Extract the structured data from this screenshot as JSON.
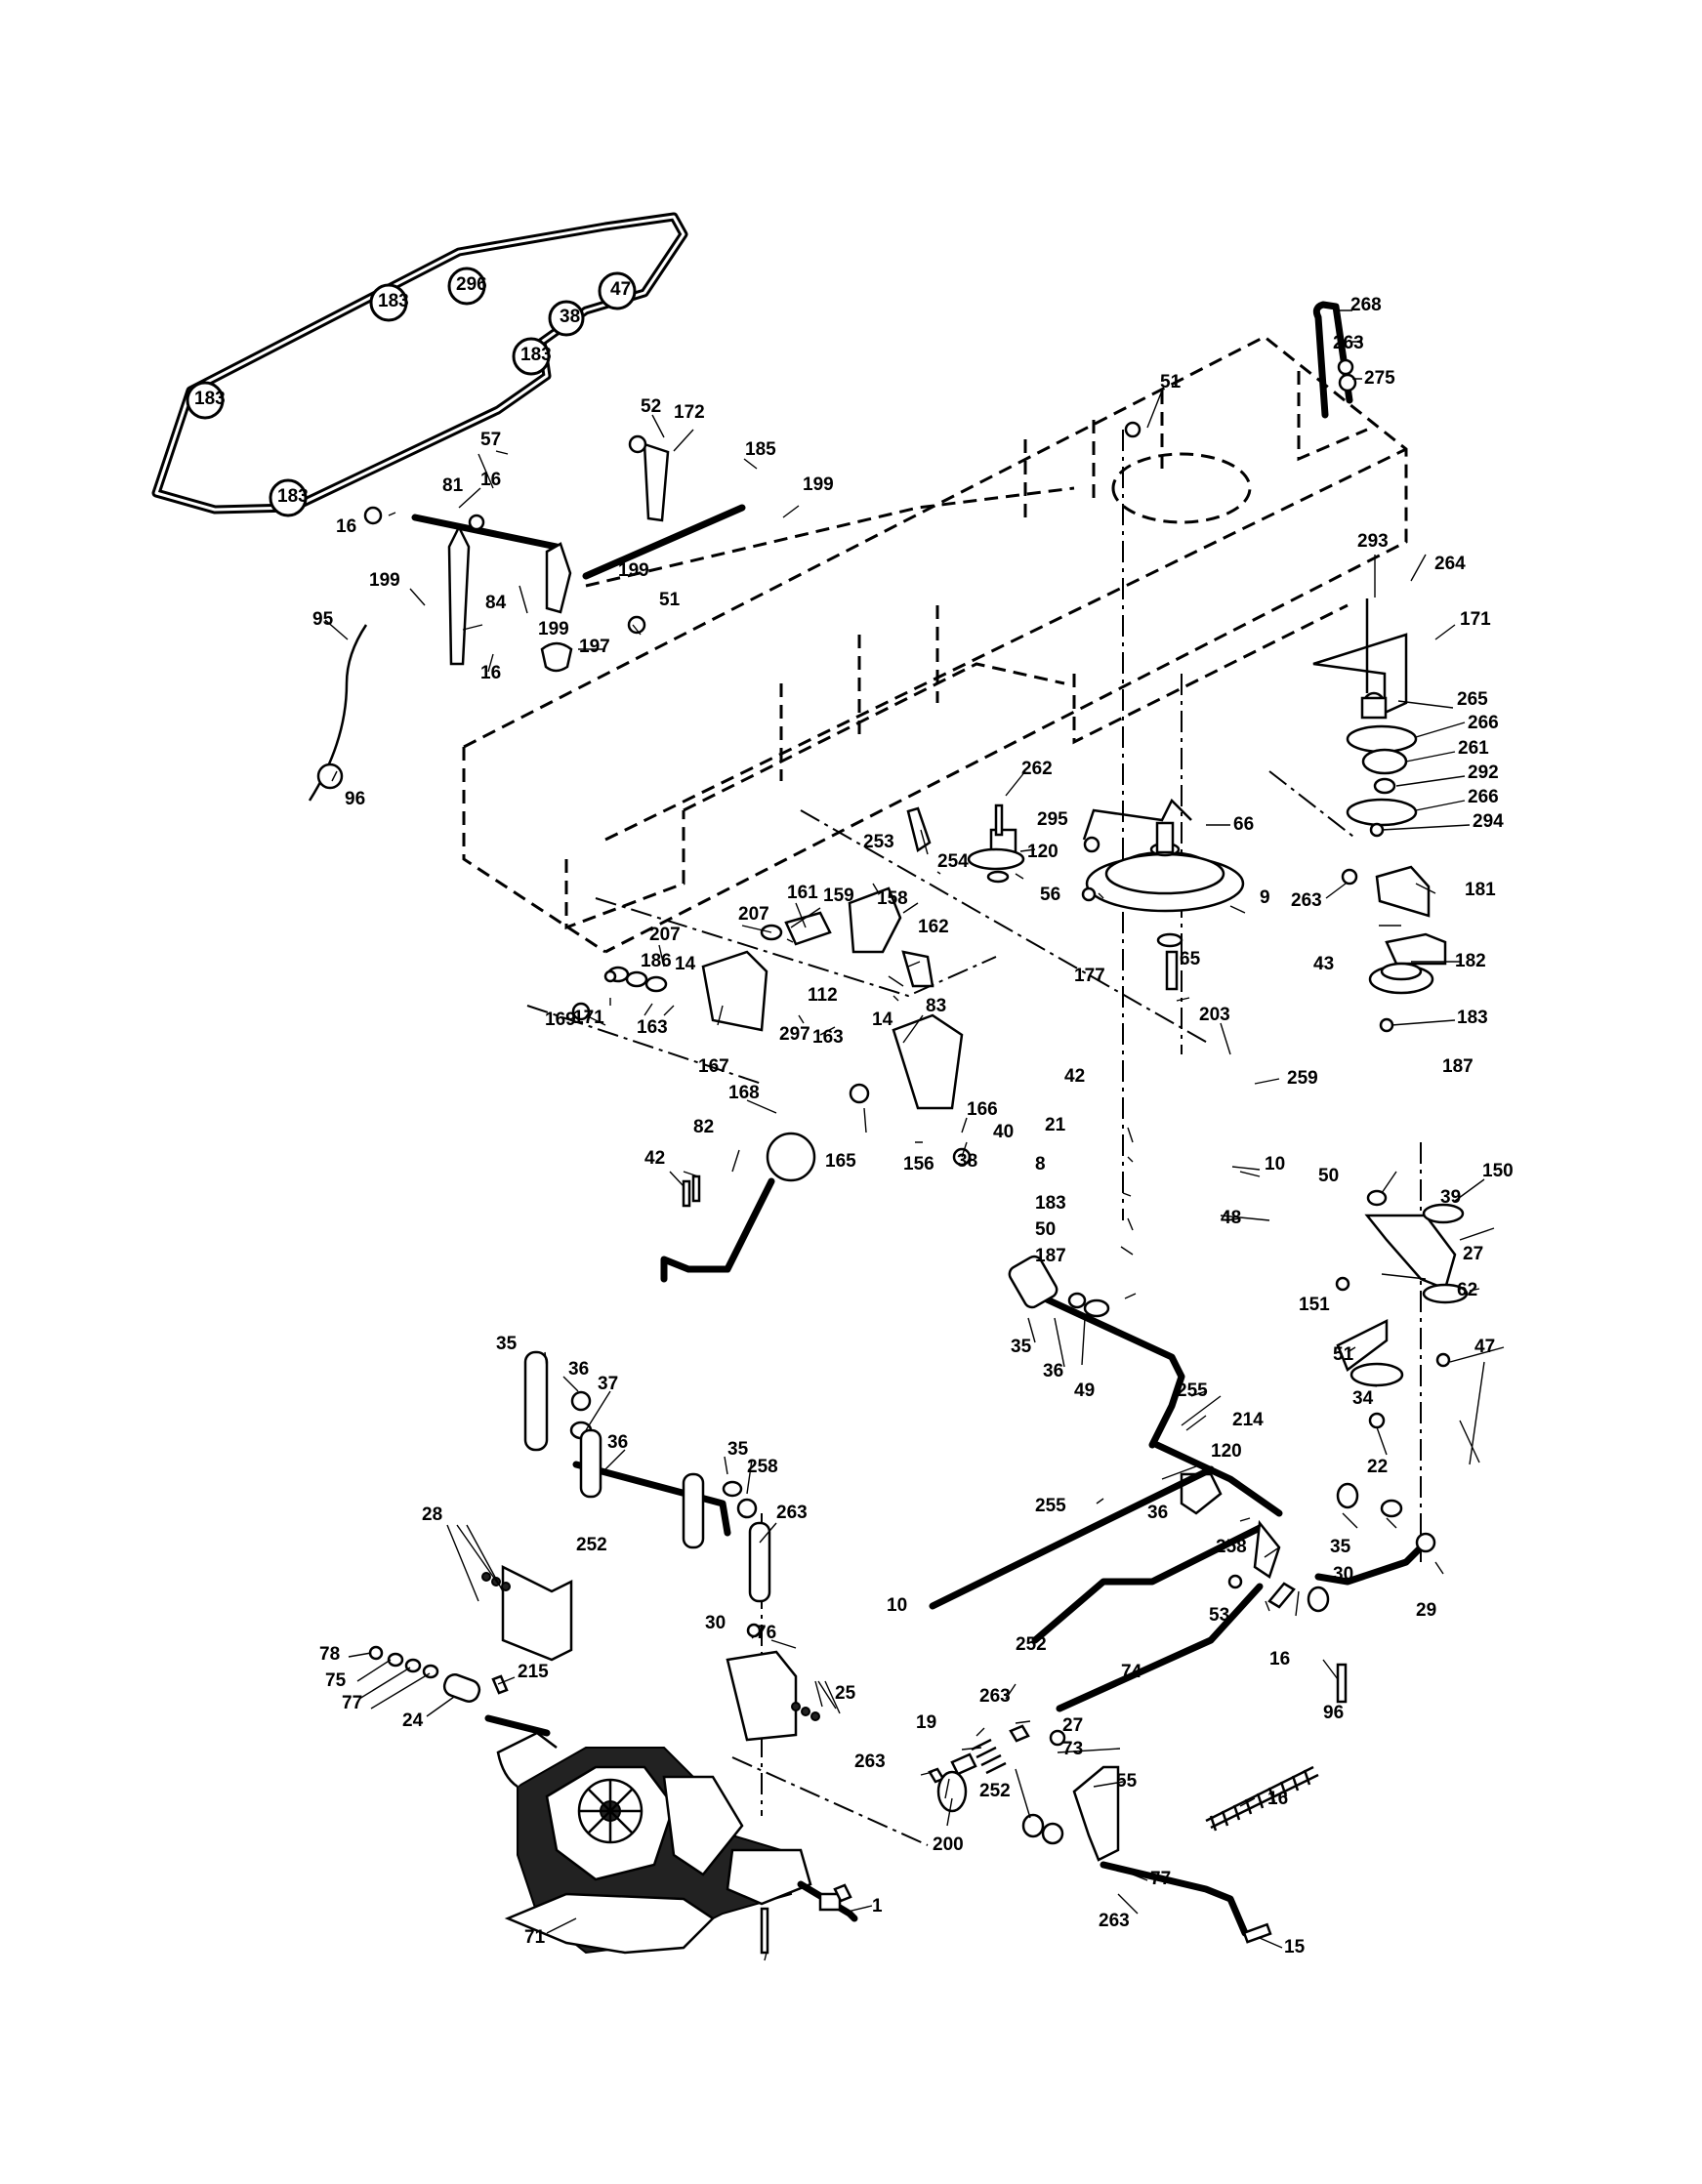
{
  "belt_badges": [
    "183",
    "296",
    "47",
    "38",
    "183",
    "183",
    "183"
  ],
  "labels": [
    {
      "id": "l268",
      "t": "268"
    },
    {
      "id": "l263a",
      "t": "263"
    },
    {
      "id": "l275",
      "t": "275"
    },
    {
      "id": "l51a",
      "t": "51"
    },
    {
      "id": "l52",
      "t": "52"
    },
    {
      "id": "l172",
      "t": "172"
    },
    {
      "id": "l185",
      "t": "185"
    },
    {
      "id": "l199a",
      "t": "199"
    },
    {
      "id": "l57",
      "t": "57"
    },
    {
      "id": "l81",
      "t": "81"
    },
    {
      "id": "l16a",
      "t": "16"
    },
    {
      "id": "l16b",
      "t": "16"
    },
    {
      "id": "l199b",
      "t": "199"
    },
    {
      "id": "l199c",
      "t": "199"
    },
    {
      "id": "l84",
      "t": "84"
    },
    {
      "id": "l199d",
      "t": "199"
    },
    {
      "id": "l51b",
      "t": "51"
    },
    {
      "id": "l197",
      "t": "197"
    },
    {
      "id": "l16c",
      "t": "16"
    },
    {
      "id": "l95",
      "t": "95"
    },
    {
      "id": "l96a",
      "t": "96"
    },
    {
      "id": "l293",
      "t": "293"
    },
    {
      "id": "l264",
      "t": "264"
    },
    {
      "id": "l171a",
      "t": "171"
    },
    {
      "id": "l265",
      "t": "265"
    },
    {
      "id": "l266a",
      "t": "266"
    },
    {
      "id": "l261",
      "t": "261"
    },
    {
      "id": "l292",
      "t": "292"
    },
    {
      "id": "l266b",
      "t": "266"
    },
    {
      "id": "l294",
      "t": "294"
    },
    {
      "id": "l262",
      "t": "262"
    },
    {
      "id": "l295",
      "t": "295"
    },
    {
      "id": "l66",
      "t": "66"
    },
    {
      "id": "l253",
      "t": "253"
    },
    {
      "id": "l254",
      "t": "254"
    },
    {
      "id": "l120a",
      "t": "120"
    },
    {
      "id": "l56",
      "t": "56"
    },
    {
      "id": "l9",
      "t": "9"
    },
    {
      "id": "l263b",
      "t": "263"
    },
    {
      "id": "l181",
      "t": "181"
    },
    {
      "id": "l161",
      "t": "161"
    },
    {
      "id": "l159",
      "t": "159"
    },
    {
      "id": "l158",
      "t": "158"
    },
    {
      "id": "l207a",
      "t": "207"
    },
    {
      "id": "l162",
      "t": "162"
    },
    {
      "id": "l207b",
      "t": "207"
    },
    {
      "id": "l186",
      "t": "186"
    },
    {
      "id": "l14a",
      "t": "14"
    },
    {
      "id": "l112",
      "t": "112"
    },
    {
      "id": "l14b",
      "t": "14"
    },
    {
      "id": "l65",
      "t": "65"
    },
    {
      "id": "l43",
      "t": "43"
    },
    {
      "id": "l182",
      "t": "182"
    },
    {
      "id": "l177",
      "t": "177"
    },
    {
      "id": "l203",
      "t": "203"
    },
    {
      "id": "l183a",
      "t": "183"
    },
    {
      "id": "l169",
      "t": "169"
    },
    {
      "id": "l171b",
      "t": "171"
    },
    {
      "id": "l163a",
      "t": "163"
    },
    {
      "id": "l297",
      "t": "297"
    },
    {
      "id": "l163b",
      "t": "163"
    },
    {
      "id": "l83",
      "t": "83"
    },
    {
      "id": "l187a",
      "t": "187"
    },
    {
      "id": "l167",
      "t": "167"
    },
    {
      "id": "l259",
      "t": "259"
    },
    {
      "id": "l42a",
      "t": "42"
    },
    {
      "id": "l21",
      "t": "21"
    },
    {
      "id": "l168",
      "t": "168"
    },
    {
      "id": "l166",
      "t": "166"
    },
    {
      "id": "l40",
      "t": "40"
    },
    {
      "id": "l8",
      "t": "8"
    },
    {
      "id": "l82",
      "t": "82"
    },
    {
      "id": "l165",
      "t": "165"
    },
    {
      "id": "l156",
      "t": "156"
    },
    {
      "id": "l38",
      "t": "38"
    },
    {
      "id": "l183b",
      "t": "183"
    },
    {
      "id": "l10a",
      "t": "10"
    },
    {
      "id": "l42b",
      "t": "42"
    },
    {
      "id": "l50a",
      "t": "50"
    },
    {
      "id": "l50b",
      "t": "50"
    },
    {
      "id": "l150",
      "t": "150"
    },
    {
      "id": "l39",
      "t": "39"
    },
    {
      "id": "l187b",
      "t": "187"
    },
    {
      "id": "l48",
      "t": "48"
    },
    {
      "id": "l27a",
      "t": "27"
    },
    {
      "id": "l151",
      "t": "151"
    },
    {
      "id": "l62",
      "t": "62"
    },
    {
      "id": "l35a",
      "t": "35"
    },
    {
      "id": "l36a",
      "t": "36"
    },
    {
      "id": "l49",
      "t": "49"
    },
    {
      "id": "l51c",
      "t": "51"
    },
    {
      "id": "l47",
      "t": "47"
    },
    {
      "id": "l34",
      "t": "34"
    },
    {
      "id": "l255a",
      "t": "255"
    },
    {
      "id": "l35b",
      "t": "35"
    },
    {
      "id": "l36b",
      "t": "36"
    },
    {
      "id": "l37",
      "t": "37"
    },
    {
      "id": "l214",
      "t": "214"
    },
    {
      "id": "l36c",
      "t": "36"
    },
    {
      "id": "l35c",
      "t": "35"
    },
    {
      "id": "l258a",
      "t": "258"
    },
    {
      "id": "l120b",
      "t": "120"
    },
    {
      "id": "l22",
      "t": "22"
    },
    {
      "id": "l255b",
      "t": "255"
    },
    {
      "id": "l263c",
      "t": "263"
    },
    {
      "id": "l28",
      "t": "28"
    },
    {
      "id": "l36d",
      "t": "36"
    },
    {
      "id": "l35d",
      "t": "35"
    },
    {
      "id": "l30a",
      "t": "30"
    },
    {
      "id": "l252a",
      "t": "252"
    },
    {
      "id": "l258b",
      "t": "258"
    },
    {
      "id": "l10b",
      "t": "10"
    },
    {
      "id": "l53",
      "t": "53"
    },
    {
      "id": "l29",
      "t": "29"
    },
    {
      "id": "l252b",
      "t": "252"
    },
    {
      "id": "l16d",
      "t": "16"
    },
    {
      "id": "l30b",
      "t": "30"
    },
    {
      "id": "l76",
      "t": "76"
    },
    {
      "id": "l78",
      "t": "78"
    },
    {
      "id": "l75",
      "t": "75"
    },
    {
      "id": "l77a",
      "t": "77"
    },
    {
      "id": "l215",
      "t": "215"
    },
    {
      "id": "l74",
      "t": "74"
    },
    {
      "id": "l24",
      "t": "24"
    },
    {
      "id": "l263d",
      "t": "263"
    },
    {
      "id": "l25",
      "t": "25"
    },
    {
      "id": "l19",
      "t": "19"
    },
    {
      "id": "l27b",
      "t": "27"
    },
    {
      "id": "l96b",
      "t": "96"
    },
    {
      "id": "l263e",
      "t": "263"
    },
    {
      "id": "l73",
      "t": "73"
    },
    {
      "id": "l55",
      "t": "55"
    },
    {
      "id": "l16e",
      "t": "16"
    },
    {
      "id": "l252c",
      "t": "252"
    },
    {
      "id": "l200",
      "t": "200"
    },
    {
      "id": "l77b",
      "t": "77"
    },
    {
      "id": "l1",
      "t": "1"
    },
    {
      "id": "l71",
      "t": "71"
    },
    {
      "id": "l263f",
      "t": "263"
    },
    {
      "id": "l15",
      "t": "15"
    }
  ]
}
